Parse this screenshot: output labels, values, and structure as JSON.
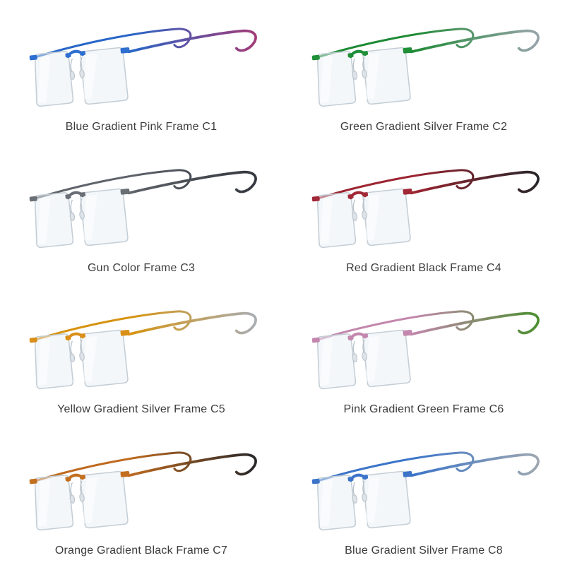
{
  "page": {
    "background_color": "#ffffff",
    "caption_color": "#3c3c3c"
  },
  "lens": {
    "fill": "rgba(234,240,245,0.5)",
    "stroke": "#c4ced6"
  },
  "products": [
    {
      "label": "Blue Gradient Pink Frame C1",
      "front_color": "#2766c8",
      "tip_color": "#a43a77",
      "hardware_color": "#2f6fd0"
    },
    {
      "label": "Green Gradient Silver Frame C2",
      "front_color": "#1e8a35",
      "tip_color": "#9aa4ac",
      "hardware_color": "#1f8f38"
    },
    {
      "label": "Gun Color Frame C3",
      "front_color": "#5f646b",
      "tip_color": "#34383e",
      "hardware_color": "#6a6f76"
    },
    {
      "label": "Red Gradient Black Frame C4",
      "front_color": "#9c2430",
      "tip_color": "#26262a",
      "hardware_color": "#a12836"
    },
    {
      "label": "Yellow Gradient Silver Frame C5",
      "front_color": "#d6930f",
      "tip_color": "#a8aeb4",
      "hardware_color": "#d98f18"
    },
    {
      "label": "Pink Gradient Green Frame C6",
      "front_color": "#c387ad",
      "tip_color": "#4c8f2f",
      "hardware_color": "#c387ad"
    },
    {
      "label": "Orange Gradient Black Frame C7",
      "front_color": "#bf6a1f",
      "tip_color": "#26262a",
      "hardware_color": "#c2701f"
    },
    {
      "label": "Blue Gradient Silver Frame C8",
      "front_color": "#3b74c9",
      "tip_color": "#9fa8b0",
      "hardware_color": "#3b74c9"
    }
  ]
}
